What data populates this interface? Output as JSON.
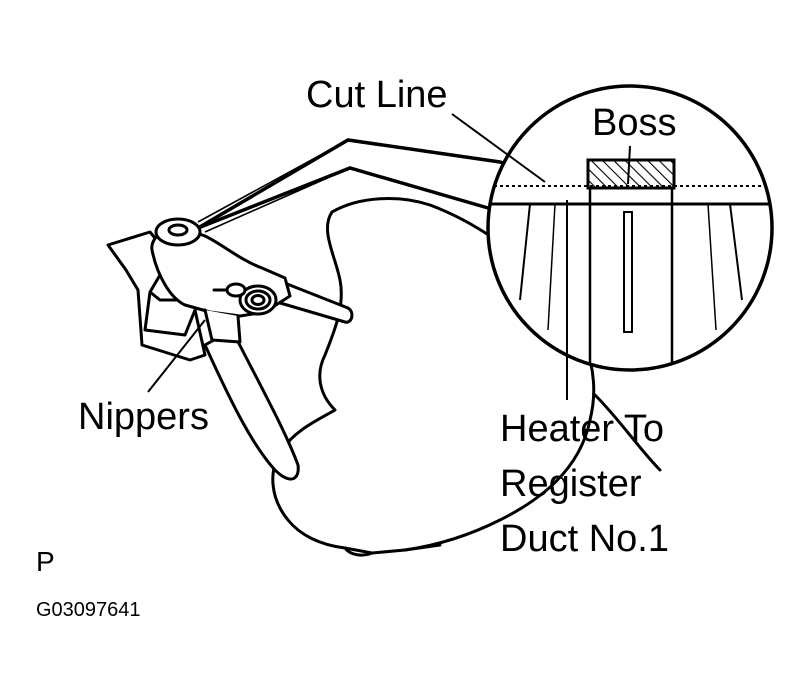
{
  "labels": {
    "cut_line": "Cut Line",
    "boss": "Boss",
    "nippers": "Nippers",
    "duct_line1": "Heater To",
    "duct_line2": "Register",
    "duct_line3": "Duct No.1",
    "view_letter": "P",
    "figure_code": "G03097641"
  },
  "icons": {
    "nippers": "nippers-icon",
    "hand": "hand-icon",
    "magnifier": "detail-circle-icon"
  },
  "colors": {
    "ink": "#000000",
    "paper": "#ffffff"
  }
}
